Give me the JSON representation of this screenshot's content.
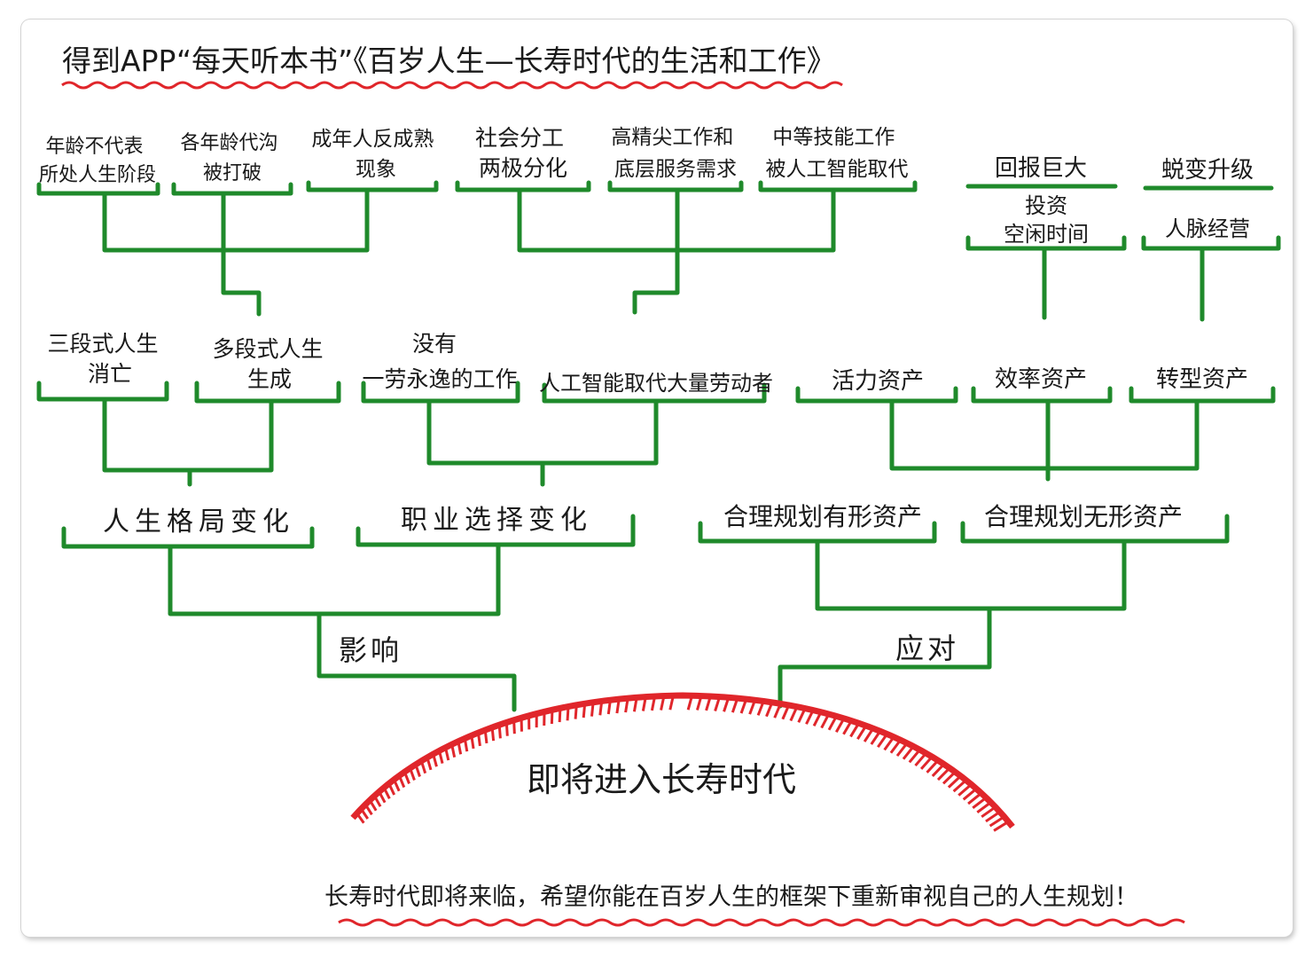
{
  "header": {
    "title": "得到APP“每天听本书”《百岁人生—长寿时代的生活和工作》"
  },
  "core": {
    "label": "即将进入长寿时代"
  },
  "branches": {
    "influence": {
      "label": "影响",
      "life_pattern": {
        "label": "人生格局变化",
        "left": {
          "label": [
            "三段式人生",
            "消亡"
          ]
        },
        "right": {
          "label": [
            "多段式人生",
            "生成"
          ]
        },
        "causes": [
          [
            "年龄不代表",
            "所处人生阶段"
          ],
          [
            "各年龄代沟",
            "被打破"
          ],
          [
            "成年人反成熟",
            "现象"
          ]
        ]
      },
      "career": {
        "label": "职业选择变化",
        "left": {
          "label": [
            "没有",
            "一劳永逸的工作"
          ]
        },
        "right": {
          "label": [
            "人工智能取代大量劳动者"
          ]
        },
        "causes": [
          [
            "社会分工",
            "两极分化"
          ],
          [
            "高精尖工作和",
            "底层服务需求"
          ],
          [
            "中等技能工作",
            "被人工智能取代"
          ]
        ]
      }
    },
    "response": {
      "label": "应对",
      "tangible": {
        "label": "合理规划有形资产"
      },
      "intangible": {
        "label": "合理规划无形资产",
        "assets": [
          "活力资产",
          "效率资产",
          "转型资产"
        ],
        "efficiency_detail": {
          "top": "回报巨大",
          "mid": [
            "投资",
            "空闲时间"
          ]
        },
        "transform_detail": {
          "top": "蜕变升级",
          "mid": [
            "人脉经营"
          ]
        }
      }
    }
  },
  "footer": {
    "text": "长寿时代即将来临，希望你能在百岁人生的框架下重新审视自己的人生规划！"
  }
}
